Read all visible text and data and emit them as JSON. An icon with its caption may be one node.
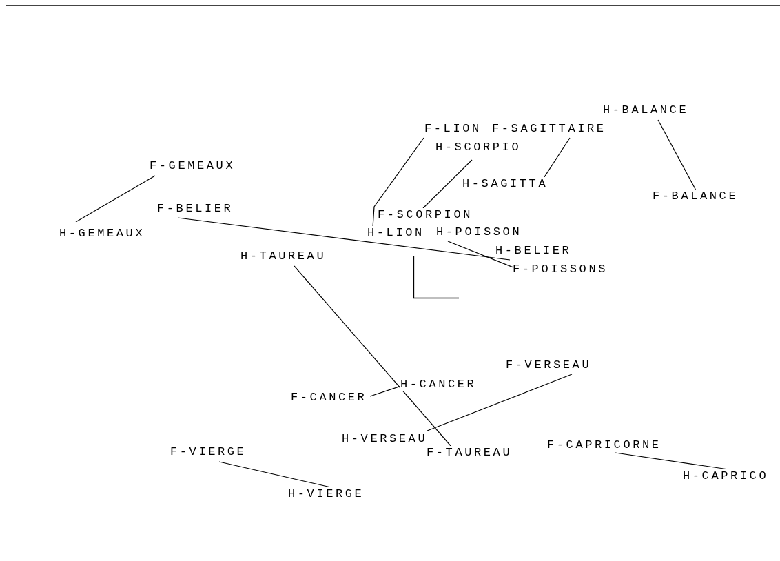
{
  "diagram": {
    "nodes": [
      {
        "text": [
          "H-BALANCE"
        ]
      },
      {
        "text": [
          "F-LION"
        ]
      },
      {
        "text": [
          "F-SAGITTAIRE"
        ]
      },
      {
        "text": [
          "H-SCORPIO"
        ]
      },
      {
        "text": [
          "F-GEMEAUX"
        ]
      },
      {
        "text": [
          "H-SAGITTA"
        ]
      },
      {
        "text": [
          "F-BALANCE"
        ]
      },
      {
        "text": [
          "F-BELIER"
        ]
      },
      {
        "text": [
          "F-SCORPION"
        ]
      },
      {
        "text": [
          "H-GEMEAUX"
        ]
      },
      {
        "text": [
          "H-LION"
        ]
      },
      {
        "text": [
          "H-POISSON"
        ]
      },
      {
        "text": [
          "H-BELIER"
        ]
      },
      {
        "text": [
          "H-TAUREAU"
        ]
      },
      {
        "text": [
          "F-POISSONS"
        ]
      },
      {
        "text": [
          "F-VERSEAU"
        ]
      },
      {
        "text": [
          "H-CANCER"
        ]
      },
      {
        "text": [
          "F-CANCER"
        ]
      },
      {
        "text": [
          "H-VERSEAU"
        ]
      },
      {
        "text": [
          "F-CAPRICORNE"
        ]
      },
      {
        "text": [
          "F-VIERGE"
        ]
      },
      {
        "text": [
          "F-TAUREAU"
        ]
      },
      {
        "text": [
          "H-CAPRICO"
        ]
      },
      {
        "text": [
          "H-VIERGE"
        ]
      }
    ],
    "edges": [
      {
        "from": 4,
        "to": 9,
        "arrow": "none"
      },
      {
        "from": 7,
        "to": 12,
        "arrow": "none"
      },
      {
        "from": 1,
        "to": 10,
        "arrow": "none"
      },
      {
        "from": 3,
        "to": 8,
        "arrow": "none"
      },
      {
        "from": 2,
        "to": 5,
        "arrow": "none"
      },
      {
        "from": 0,
        "to": 6,
        "arrow": "none"
      },
      {
        "from": 11,
        "to": 14,
        "arrow": "none"
      },
      {
        "from": 13,
        "to": 21,
        "arrow": "none"
      },
      {
        "from": 17,
        "to": 16,
        "arrow": "none"
      },
      {
        "from": 15,
        "to": 18,
        "arrow": "none"
      },
      {
        "from": 20,
        "to": 23,
        "arrow": "none"
      },
      {
        "from": 19,
        "to": 22,
        "arrow": "none"
      }
    ]
  }
}
